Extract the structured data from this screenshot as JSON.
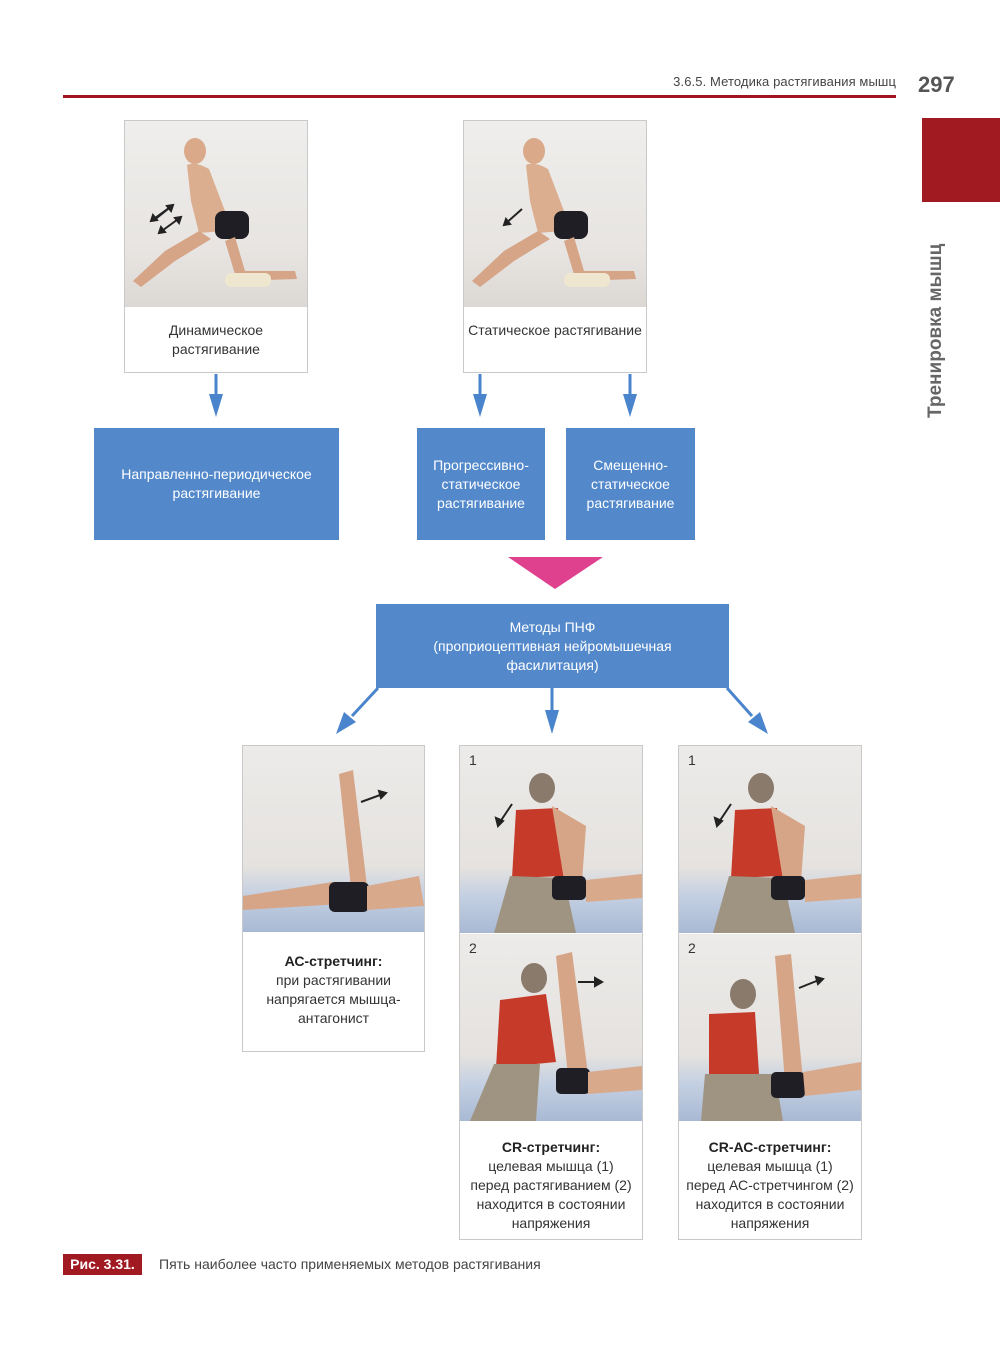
{
  "header": {
    "section_title": "3.6.5.  Методика растягивания мышц",
    "page_number": "297"
  },
  "side_tab": {
    "label": "Тренировка мышц"
  },
  "colors": {
    "accent_red": "#a11a22",
    "box_blue": "#5389cb",
    "arrow_blue": "#4a84cc",
    "triangle_pink": "#e0418f"
  },
  "diagram": {
    "top_cards": [
      {
        "label": "Динамическое растягивание",
        "photo": "kneeling-hip-flexor-stretch-dynamic",
        "arrow": "double-arrows"
      },
      {
        "label": "Статическое растягивание",
        "photo": "kneeling-hip-flexor-stretch-static",
        "arrow": "single-arrow"
      }
    ],
    "method_boxes": [
      {
        "label": "Направленно-периодическое растягивание"
      },
      {
        "label": "Прогрессивно-статическое растягивание"
      },
      {
        "label": "Смещенно-статическое растягивание"
      }
    ],
    "pnf_box": {
      "title": "Методы ПНФ",
      "subtitle": "(проприоцептивная нейромышечная фасилитация)"
    },
    "bottom_cards": [
      {
        "title": "АС-стретчинг:",
        "lines": [
          "при растягивании",
          "напрягается мышца-",
          "антагонист"
        ],
        "photos": [
          {
            "number": ""
          }
        ]
      },
      {
        "title": "CR-стретчинг:",
        "lines": [
          "целевая мышца (1)",
          "перед растягиванием (2)",
          "находится в состоянии",
          "напряжения"
        ],
        "photos": [
          {
            "number": "1"
          },
          {
            "number": "2"
          }
        ]
      },
      {
        "title": "CR-АС-стретчинг:",
        "lines": [
          "целевая мышца (1)",
          "перед АС-стретчингом (2)",
          "находится в состоянии",
          "напряжения"
        ],
        "photos": [
          {
            "number": "1"
          },
          {
            "number": "2"
          }
        ]
      }
    ]
  },
  "figure_caption": {
    "label": "Рис. 3.31.",
    "text": "Пять наиболее часто применяемых методов растягивания"
  }
}
